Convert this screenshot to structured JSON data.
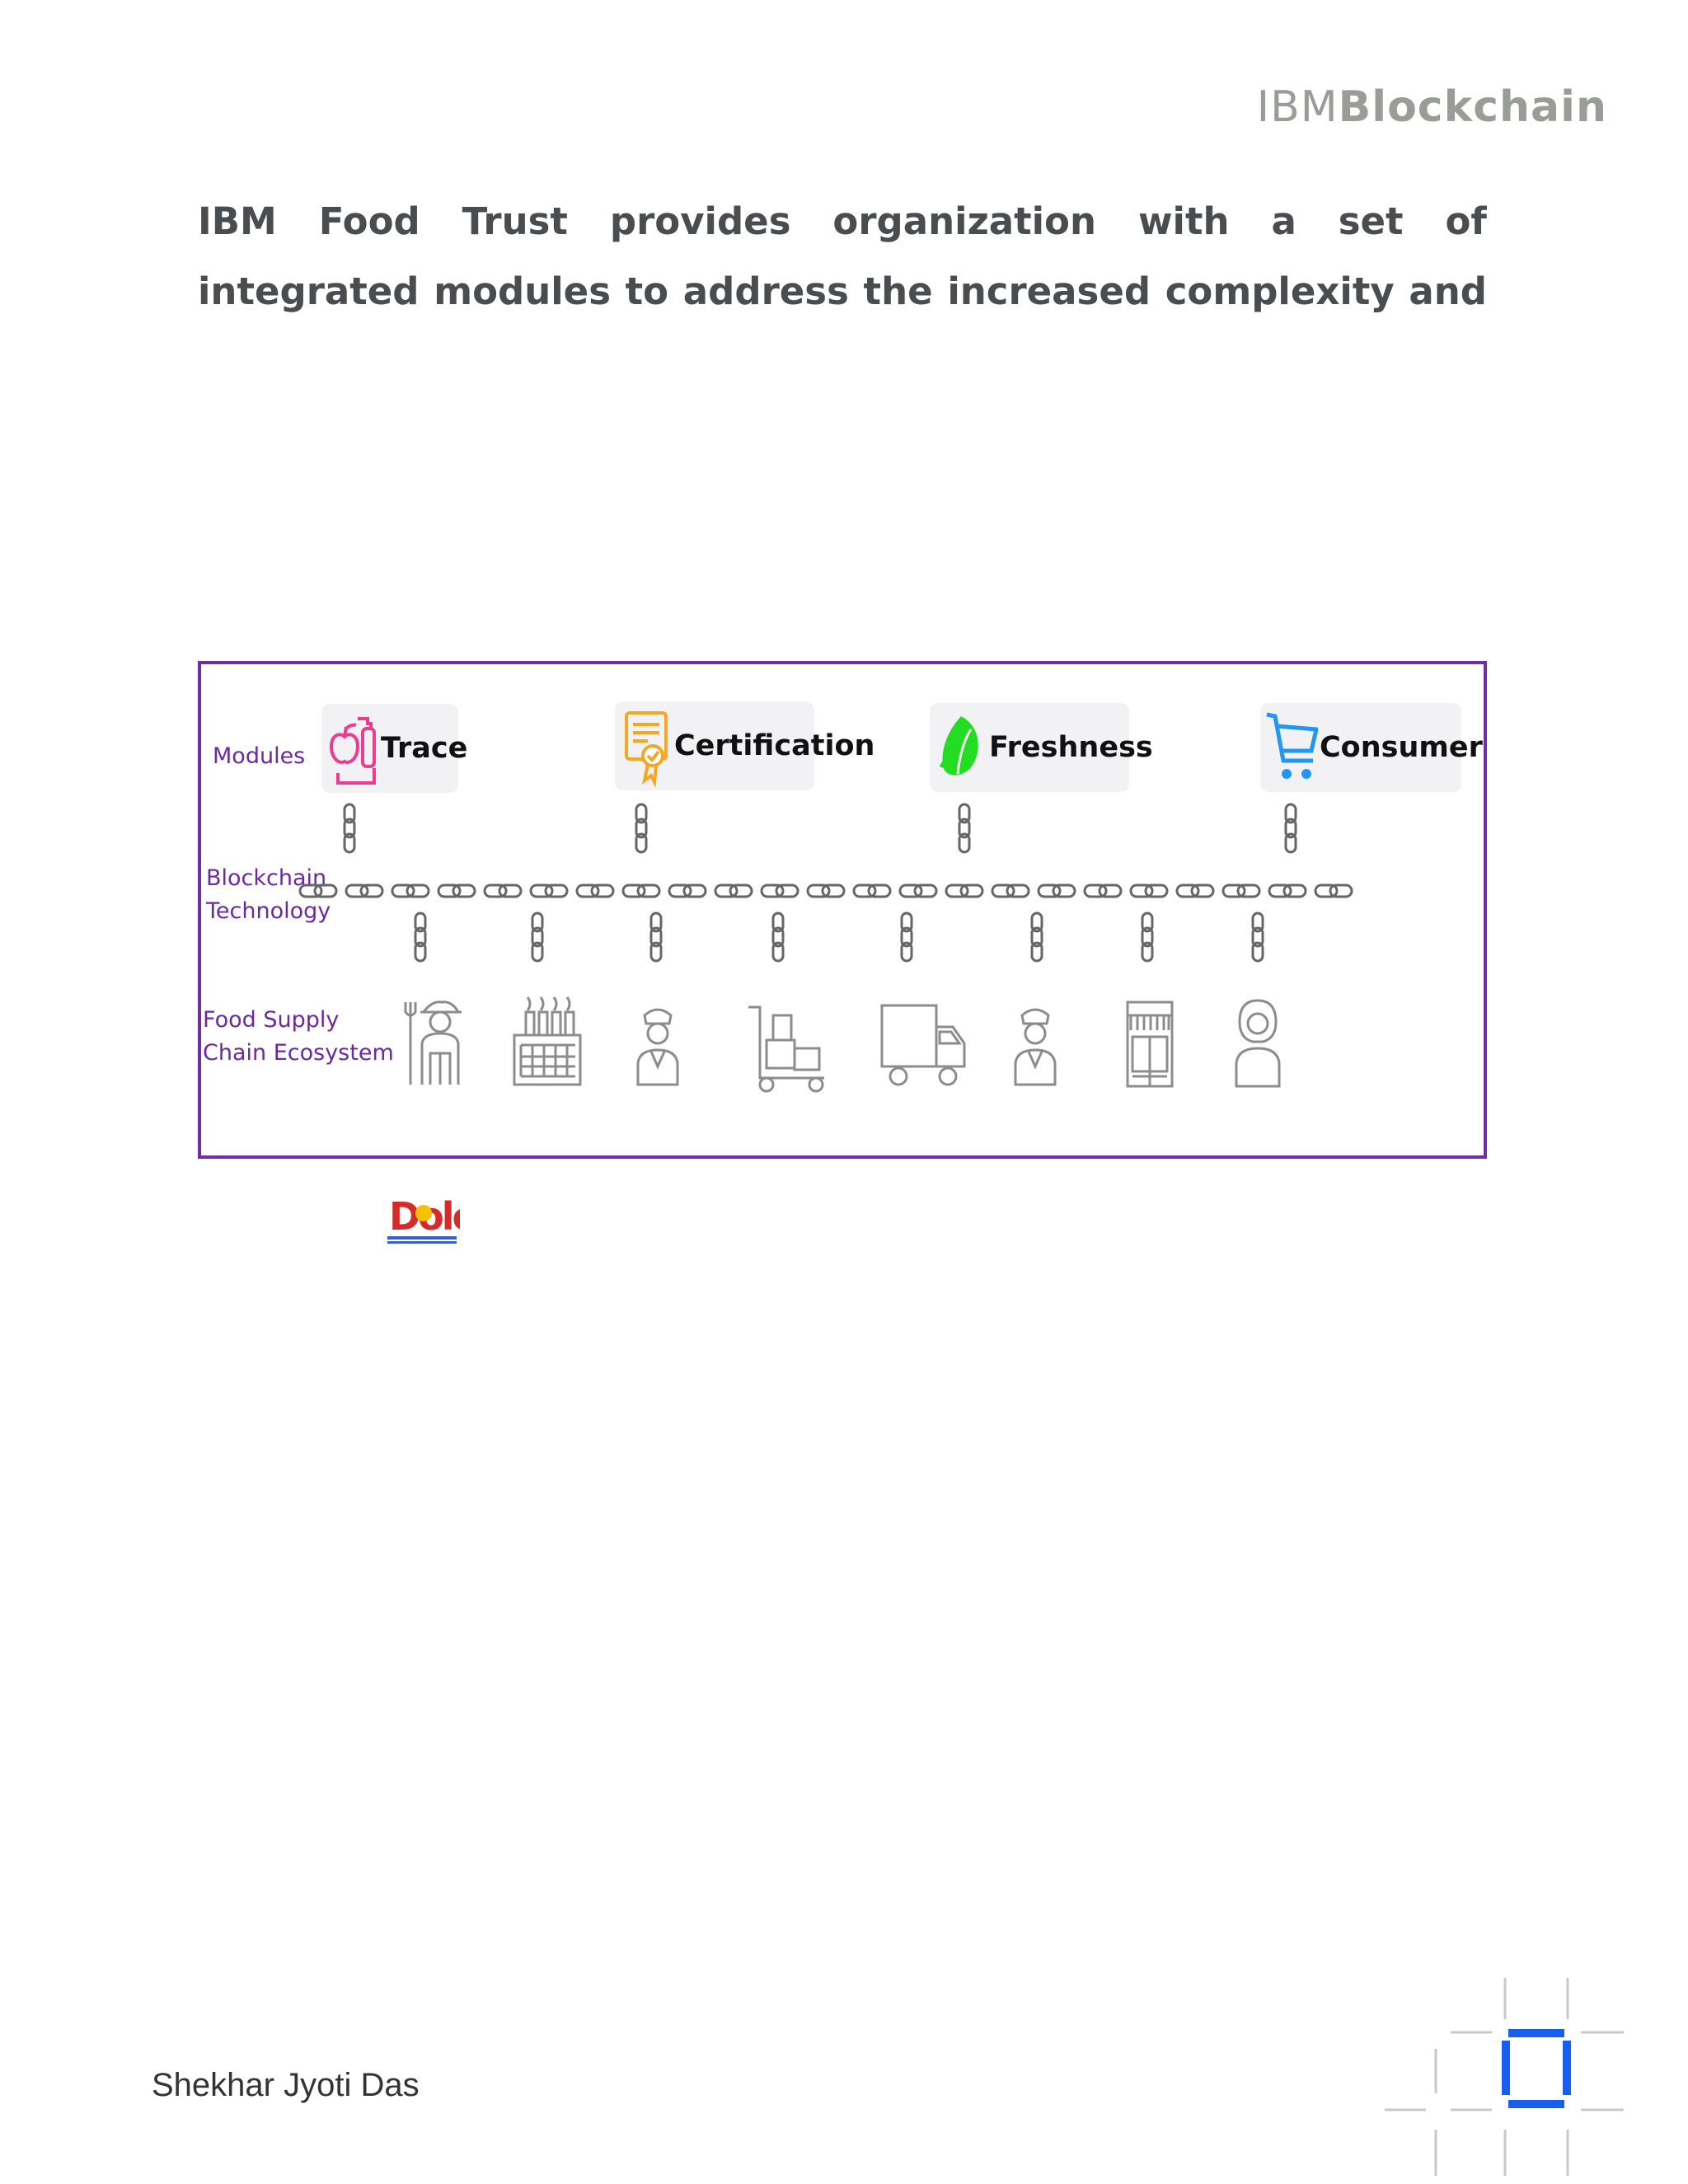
{
  "brand": {
    "light": "IBM",
    "bold": "Blockchain"
  },
  "heading": "IBM Food Trust provides organization with a set of integrated modules to address the increased complexity and build trust in the",
  "diagram": {
    "row_labels": {
      "modules": "Modules",
      "blockchain": "Blockchain\nTechnology",
      "ecosystem": "Food Supply\nChain Ecosystem"
    },
    "modules": [
      {
        "label": "Trace",
        "icon": "fruit-trace-icon",
        "color": "#ec3c8f"
      },
      {
        "label": "Certification",
        "icon": "certificate-icon",
        "color": "#f5a623"
      },
      {
        "label": "Freshness",
        "icon": "leaf-icon",
        "color": "#22dd22"
      },
      {
        "label": "Consumer",
        "icon": "shopping-cart-icon",
        "color": "#2196f3"
      }
    ],
    "ecosystem": [
      {
        "icon": "farmer-icon"
      },
      {
        "icon": "factory-icon"
      },
      {
        "icon": "inspector-icon"
      },
      {
        "icon": "hand-truck-icon"
      },
      {
        "icon": "delivery-truck-icon"
      },
      {
        "icon": "inspector-icon"
      },
      {
        "icon": "store-icon"
      },
      {
        "icon": "consumer-icon"
      }
    ],
    "chain_color": "#666666",
    "border_color": "#6f2da8"
  },
  "logo_text": "Dole",
  "author": "Shekhar Jyoti Das",
  "accent_blue": "#1a5ef0"
}
